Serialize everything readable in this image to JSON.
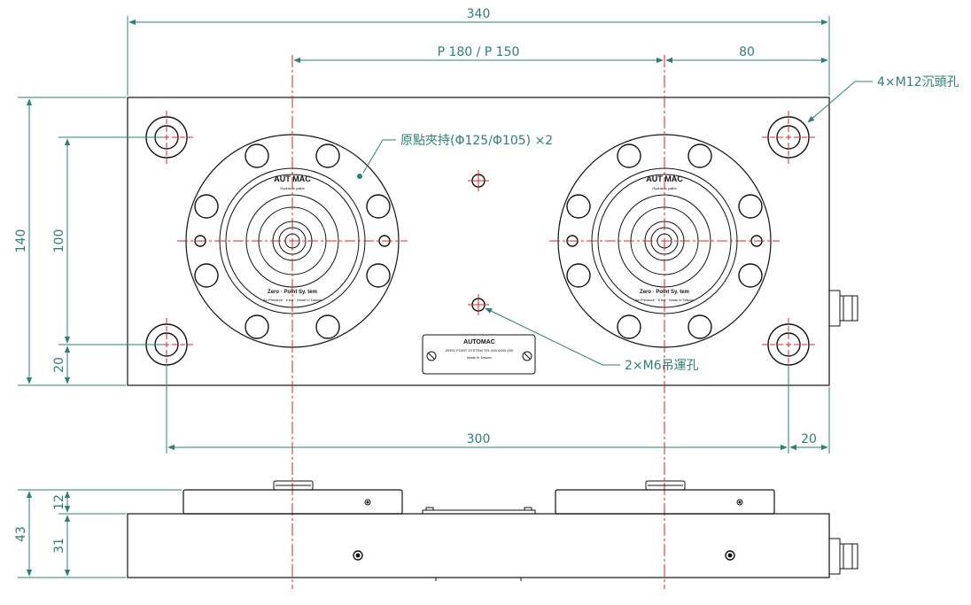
{
  "dimensions": {
    "overall_length": "340",
    "pitch": "P  180  /  P 150",
    "offset_right": "80",
    "overall_height": "140",
    "hole_spacing_v": "100",
    "edge_v": "20",
    "hole_spacing_h": "300",
    "edge_h": "20",
    "total_thickness": "43",
    "top_thickness": "12",
    "base_thickness": "31"
  },
  "callouts": {
    "counterbore": "4×M12沉頭孔",
    "clamps": "原點夾持(Φ125/Φ105) ×2",
    "lifting": "2×M6吊運孔"
  },
  "chuck_left": {
    "brand": "AUT  MAC",
    "sub": "Hydraulic pallet",
    "bottom_line1": "Zero · Point  Sy. tem",
    "bottom_line2": "Air Pressure · 6 bar · Made in Taiwan"
  },
  "chuck_right": {
    "brand": "AUT  MAC",
    "sub": "Hydraulic pallet",
    "bottom_line1": "Zero · Point  Sy. tem",
    "bottom_line2": "Air Pressure · 6 bar · Made in Taiwan"
  },
  "nameplate": {
    "brand": "AUTOMAC",
    "line1": "ZERO POINT SYSTEM  TEL 000-0000-000",
    "line2": "Made in Taiwan"
  },
  "colors": {
    "dimension": "#2e7f78",
    "centerline": "#e02020",
    "outline": "#111111"
  }
}
